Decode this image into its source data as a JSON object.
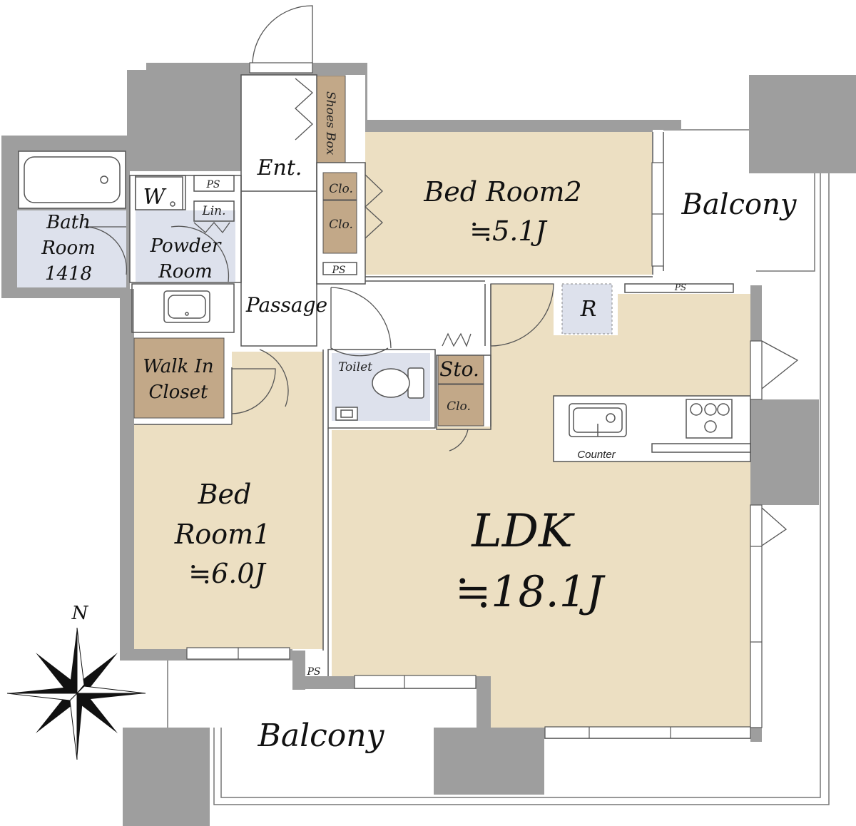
{
  "colors": {
    "room_fill": "#ecdfc2",
    "wall": "#9e9e9e",
    "wall_dark": "#8c8c8c",
    "wet_fill": "#dde1ec",
    "closet_fill": "#c2a888",
    "line": "#555555"
  },
  "rooms": {
    "bath": "Bath",
    "bath_room": "Room",
    "bath_size": "1418",
    "washer": "W",
    "ps": "PS",
    "linen": "Lin.",
    "powder": "Powder",
    "powder_room": "Room",
    "walk_in": "Walk In",
    "closet": "Closet",
    "entrance": "Ent.",
    "shoes_box": "Shoes Box",
    "clo": "Clo.",
    "passage": "Passage",
    "toilet": "Toilet",
    "storage": "Sto.",
    "bed2_name": "Bed Room2",
    "bed2_size": "≒5.1J",
    "bed1_line1": "Bed",
    "bed1_line2": "Room1",
    "bed1_size": "≒6.0J",
    "ldk_name": "LDK",
    "ldk_size": "≒18.1J",
    "refrigerator": "R",
    "counter": "Counter",
    "balcony_east": "Balcony",
    "balcony_south": "Balcony"
  },
  "compass": {
    "north": "N"
  },
  "icons": [
    "compass-rose-icon",
    "bathtub-icon",
    "washer-icon",
    "sink-icon",
    "toilet-icon",
    "stove-icon",
    "door-swing-icon"
  ]
}
